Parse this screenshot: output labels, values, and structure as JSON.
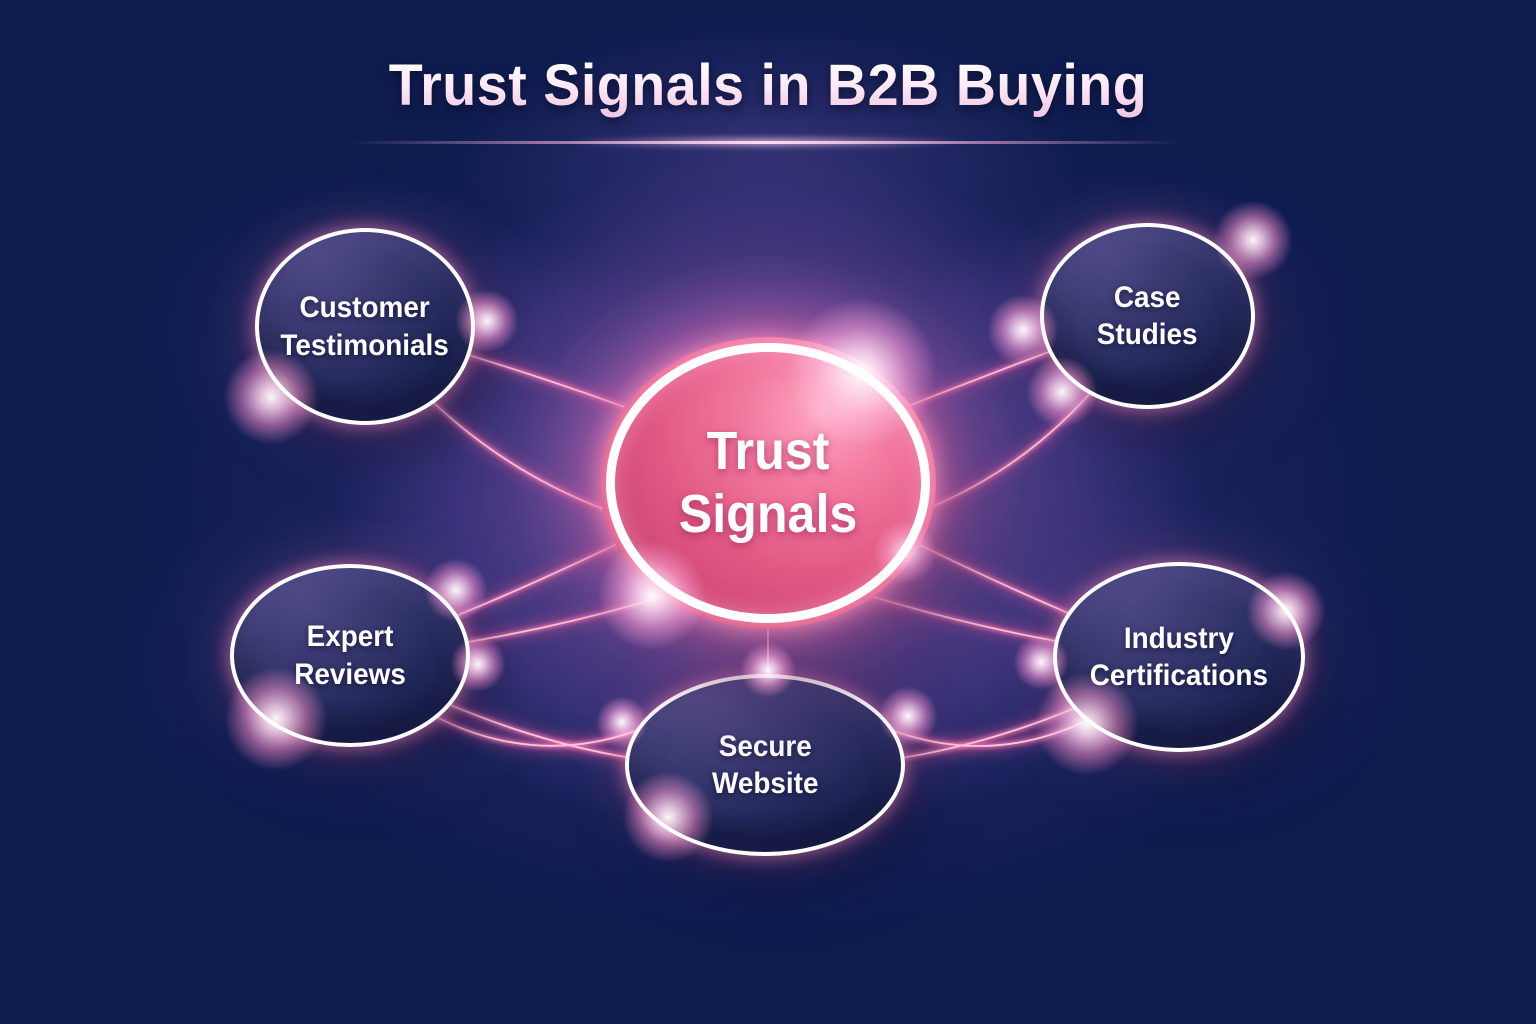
{
  "title": {
    "text": "Trust Signals in B2B Buying"
  },
  "center_node": {
    "label": "Trust\nSignals"
  },
  "nodes": [
    {
      "id": "customer-testimonials",
      "label": "Customer\nTestimonials"
    },
    {
      "id": "case-studies",
      "label": "Case\nStudies"
    },
    {
      "id": "expert-reviews",
      "label": "Expert\nReviews"
    },
    {
      "id": "industry-certifications",
      "label": "Industry\nCertifications"
    },
    {
      "id": "secure-website",
      "label": "Secure\nWebsite"
    }
  ],
  "colors": {
    "background_navy": "#0e1c50",
    "glow_purple": "#7a5fa6",
    "center_pink": "#e25a84",
    "line_pink": "#ff82b0",
    "ring_white": "#ffffff",
    "title_gradient_top": "#ffffff",
    "title_gradient_bottom": "#eec4e0"
  }
}
